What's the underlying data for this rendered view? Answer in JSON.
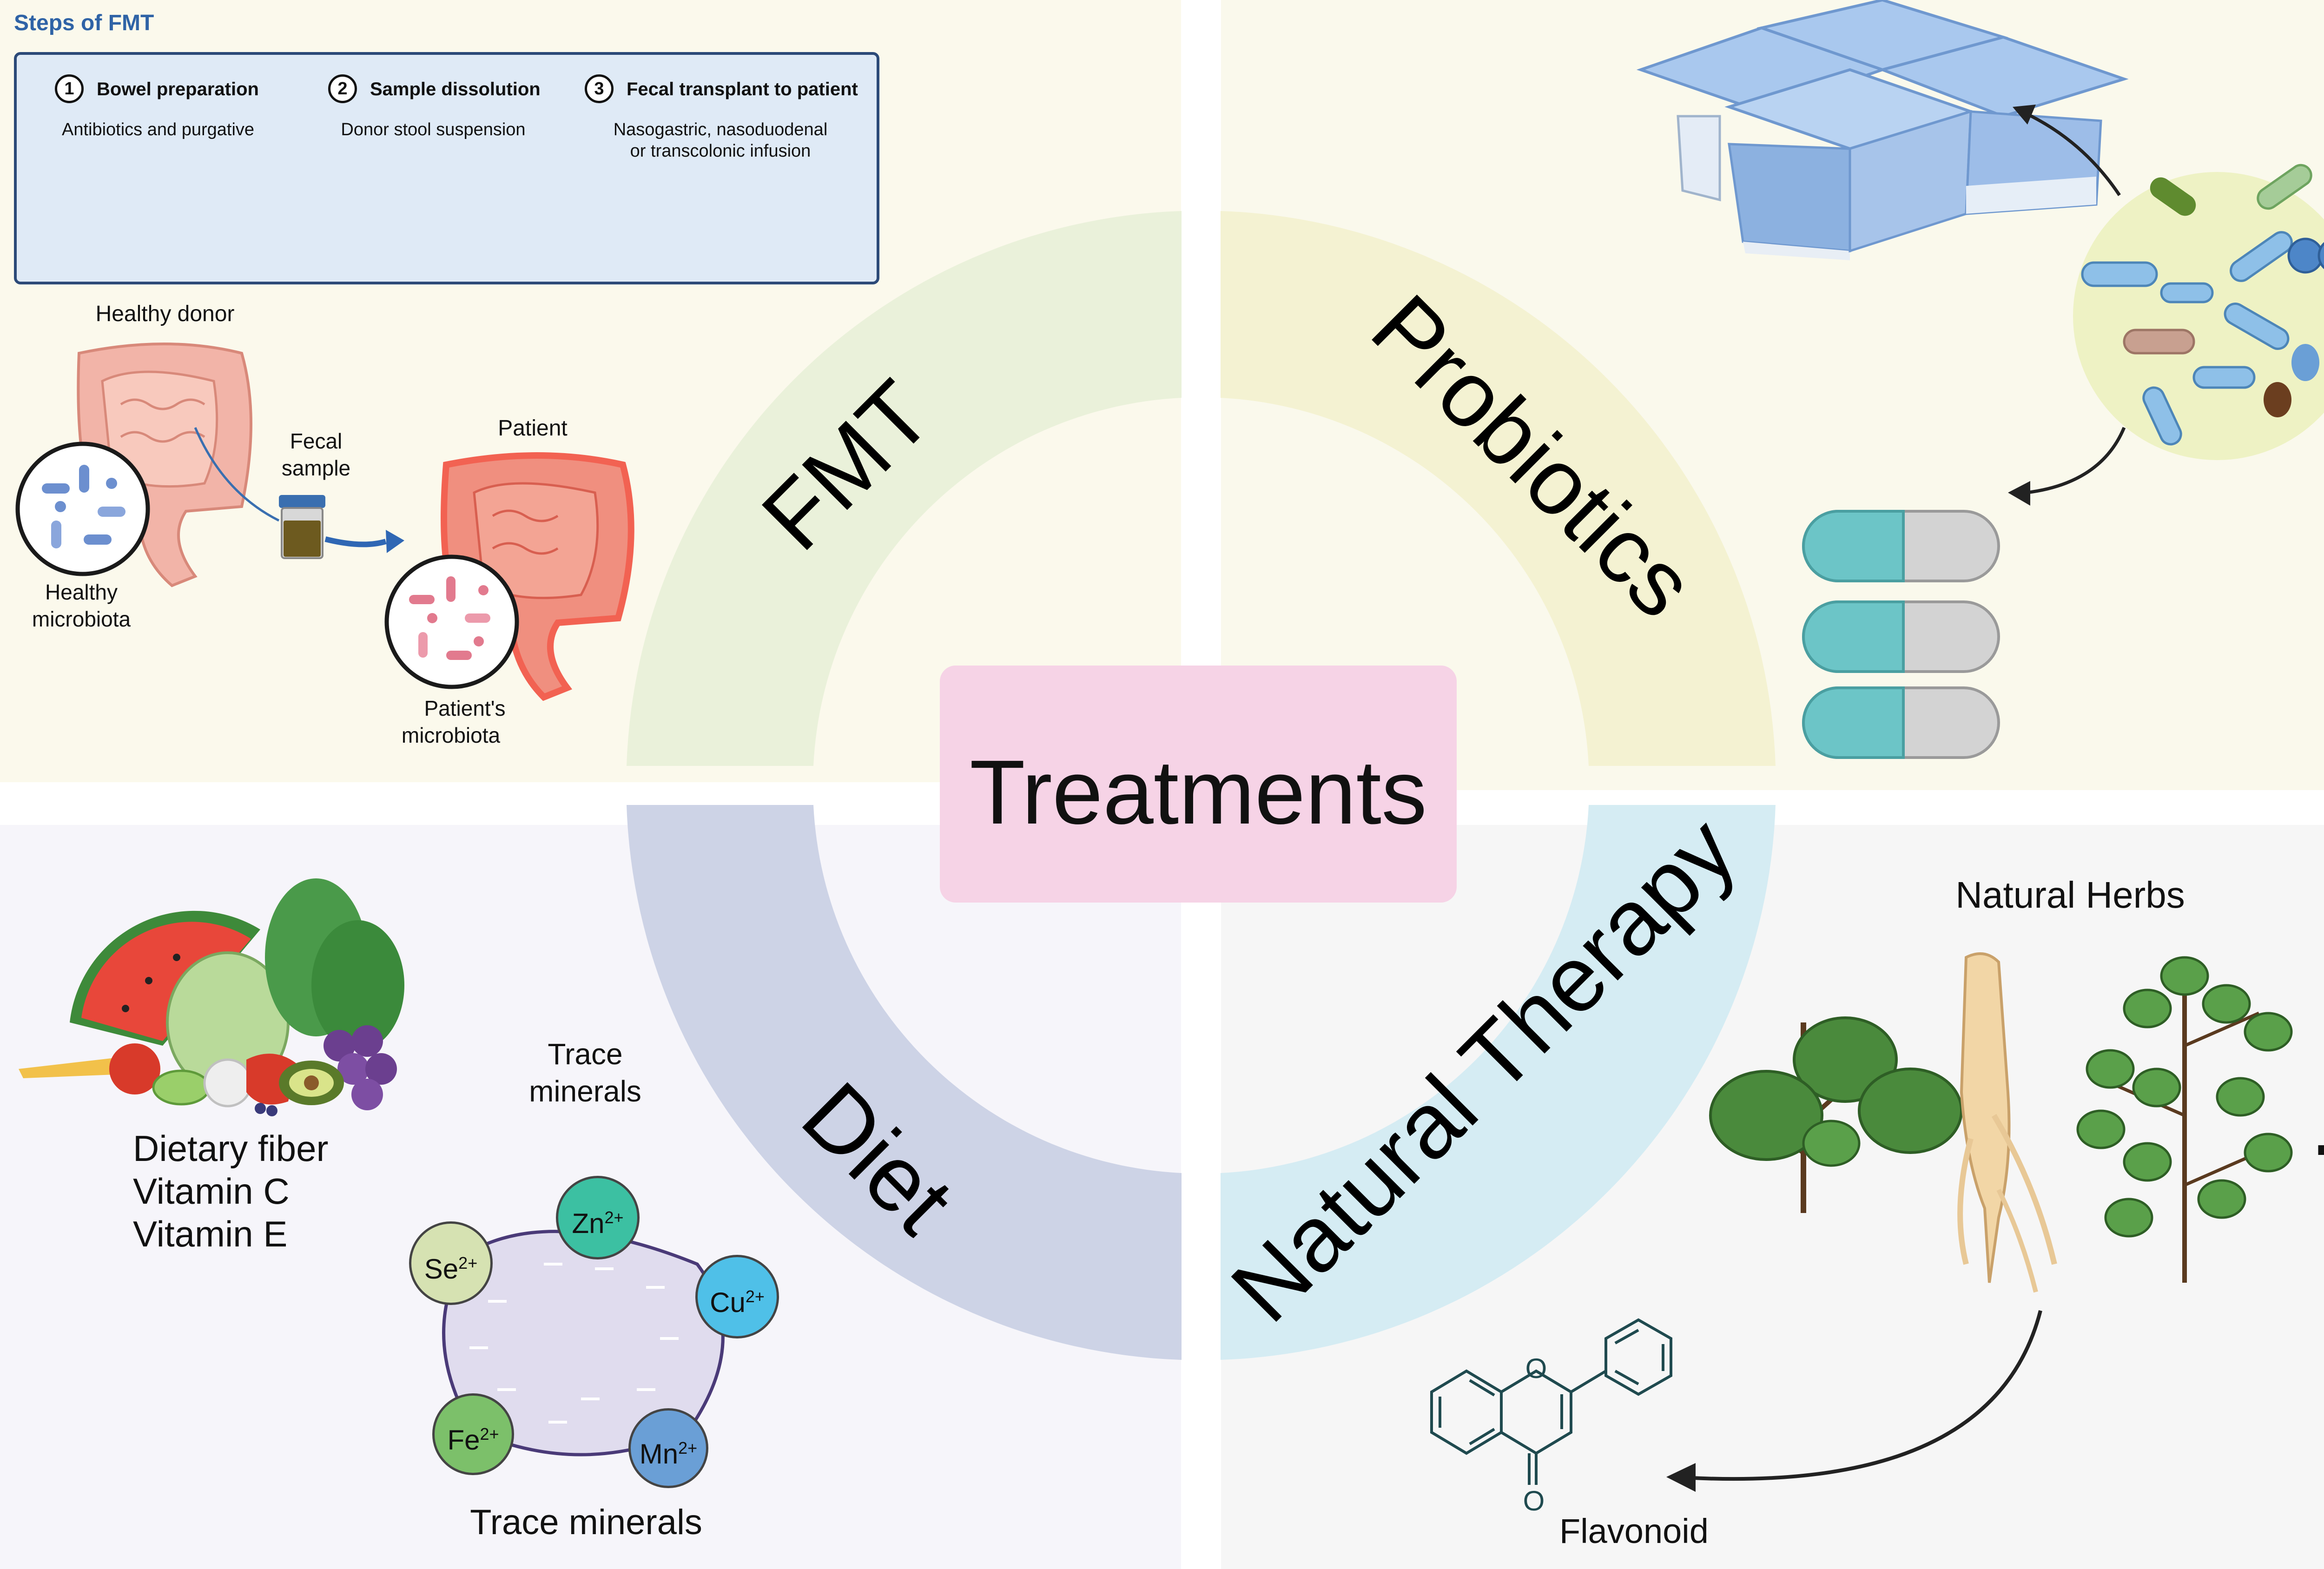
{
  "center_title": "Treatments",
  "segments": {
    "fmt": "FMT",
    "probiotics": "Probiotics",
    "diet": "Diet",
    "natural_therapy": "Natural Therapy"
  },
  "fmt_panel": {
    "steps_title": "Steps of FMT",
    "steps": [
      {
        "num": "1",
        "title": "Bowel preparation",
        "desc": "Antibiotics and purgative"
      },
      {
        "num": "2",
        "title": "Sample dissolution",
        "desc": "Donor stool suspension"
      },
      {
        "num": "3",
        "title": "Fecal transplant to patient",
        "desc_line1": "Nasogastric, nasoduodenal",
        "desc_line2": "or transcolonic infusion"
      }
    ],
    "healthy_donor": "Healthy donor",
    "fecal_sample_line1": "Fecal",
    "fecal_sample_line2": "sample",
    "patient": "Patient",
    "healthy_microbiota_line1": "Healthy",
    "healthy_microbiota_line2": "microbiota",
    "patient_microbiota_line1": "Patient's",
    "patient_microbiota_line2": "microbiota"
  },
  "diet_panel": {
    "nutrients": [
      "Dietary fiber",
      "Vitamin C",
      "Vitamin E"
    ],
    "trace_title_line1": "Trace",
    "trace_title_line2": "minerals",
    "trace_caption": "Trace minerals",
    "ions": [
      {
        "symbol": "Zn",
        "charge": "2+",
        "color": "#3cc0a2"
      },
      {
        "symbol": "Cu",
        "charge": "2+",
        "color": "#4fc0e8"
      },
      {
        "symbol": "Mn",
        "charge": "2+",
        "color": "#6a9fd6"
      },
      {
        "symbol": "Fe",
        "charge": "2+",
        "color": "#7cc06a"
      },
      {
        "symbol": "Se",
        "charge": "2+",
        "color": "#d6e2b2"
      }
    ]
  },
  "natural_panel": {
    "herbs_title": "Natural Herbs",
    "ellipsis": "...",
    "flavonoid": "Flavonoid",
    "atom_o_ring": "O",
    "atom_o_keto": "O"
  },
  "colors": {
    "fmt_segment": "#eaf1da",
    "probiotics_segment": "#f4f2d2",
    "diet_segment": "#cdd3e6",
    "natural_segment": "#d5ecf3",
    "treatments_box": "#f6d3e6"
  }
}
